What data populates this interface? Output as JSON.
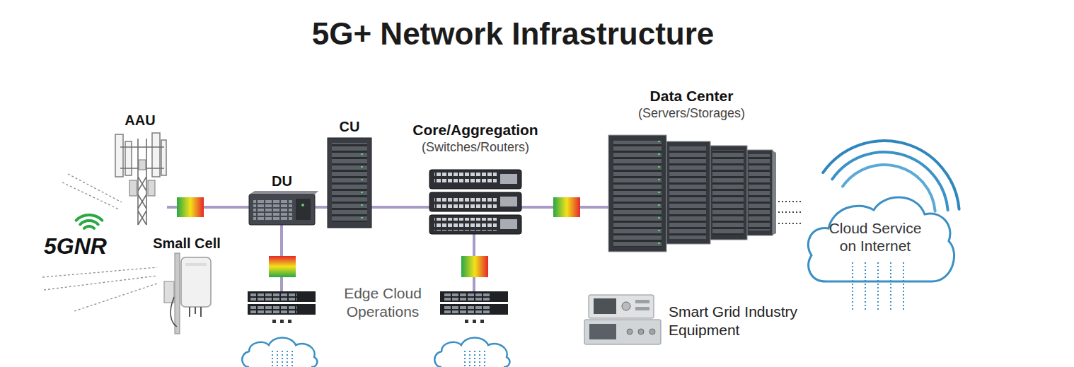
{
  "diagram": {
    "title": "5G+ Network Infrastructure",
    "nodes": [
      {
        "text": [
          "AAU"
        ]
      },
      {
        "text": [
          "Small Cell"
        ]
      },
      {
        "text": [
          "DU"
        ]
      },
      {
        "text": [
          "CU"
        ]
      },
      {
        "text": [
          "Core/Aggregation",
          "(Switches/Routers)"
        ]
      },
      {
        "text": [
          "Data Center",
          "(Servers/Storages)"
        ]
      },
      {
        "text": [
          "Cloud Service on Internet"
        ]
      }
    ],
    "edges": [
      {
        "from": 0,
        "to": 2,
        "arrow": "none"
      },
      {
        "from": 2,
        "to": 3,
        "arrow": "none"
      },
      {
        "from": 3,
        "to": 4,
        "arrow": "none"
      },
      {
        "from": 4,
        "to": 5,
        "arrow": "none"
      },
      {
        "from": 5,
        "to": 6,
        "arrow": "none"
      }
    ],
    "labels": [
      "5GNR",
      "Edge Cloud Operations",
      "Smart Grid Industry Equipment"
    ]
  }
}
